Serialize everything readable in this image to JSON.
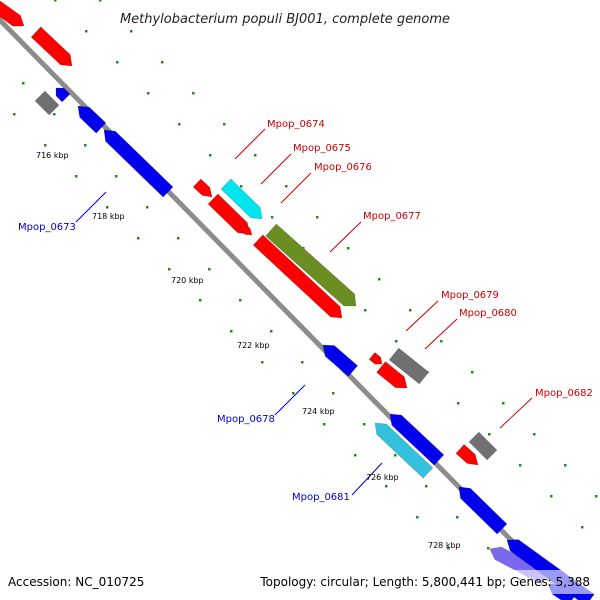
{
  "title": "Methylobacterium populi BJ001, complete genome",
  "footer": {
    "accession": "Accession: NC_010725",
    "topology": "Topology: circular; Length: 5,800,441 bp; Genes: 5,388"
  },
  "scale_labels": [
    "716 kbp",
    "718 kbp",
    "720 kbp",
    "722 kbp",
    "724 kbp",
    "726 kbp",
    "728 kbp"
  ],
  "gene_labels": {
    "Mpop_0673": "Mpop_0673",
    "Mpop_0674": "Mpop_0674",
    "Mpop_0675": "Mpop_0675",
    "Mpop_0676": "Mpop_0676",
    "Mpop_0677": "Mpop_0677",
    "Mpop_0678": "Mpop_0678",
    "Mpop_0679": "Mpop_0679",
    "Mpop_0680": "Mpop_0680",
    "Mpop_0681": "Mpop_0681",
    "Mpop_0682": "Mpop_0682"
  },
  "colors": {
    "forward_gene": "#ff0000",
    "reverse_gene": "#0000ee",
    "rna_gene": "#00e5ee",
    "rna_gene_alt": "#33c1dd",
    "other_gene": "#6b8e23",
    "pseudo_gene": "#707070",
    "purple_gene": "#7b68ee",
    "backbone": "#8c8c8c",
    "dotted_track": "#228b22",
    "forward_label": "#cc0000",
    "reverse_label": "#0000cc"
  }
}
